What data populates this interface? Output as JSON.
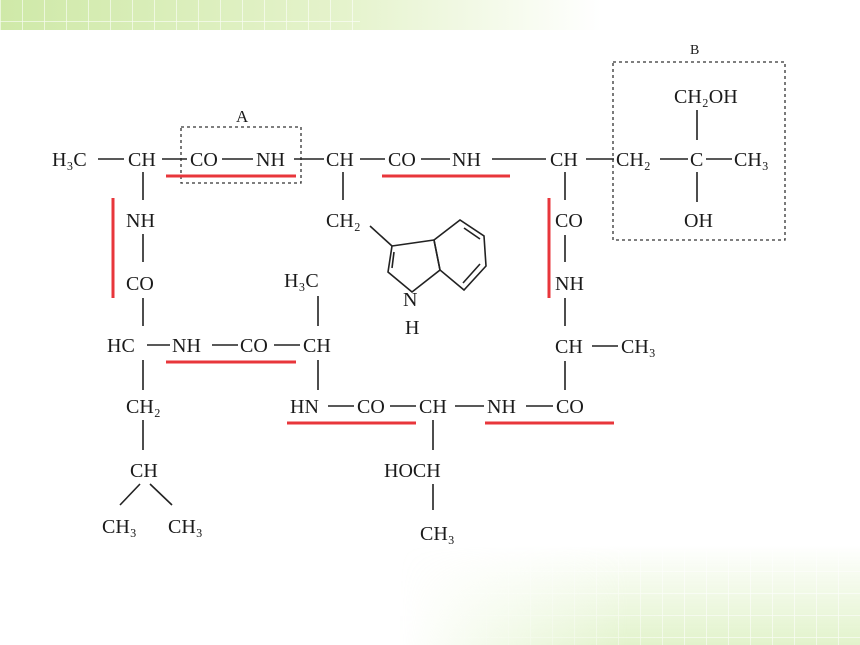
{
  "labels": {
    "box_a": "A",
    "box_b": "B"
  },
  "row1": {
    "h3c": "H₃C",
    "ch_1": "CH",
    "co_1": "CO",
    "nh_1": "NH",
    "ch_2": "CH",
    "co_2": "CO",
    "nh_2": "NH",
    "ch_3": "CH",
    "ch2_b": "CH₂",
    "c_b": "C",
    "ch3_b": "CH₃"
  },
  "b_group": {
    "ch2oh": "CH₂OH",
    "oh": "OH"
  },
  "left_chain": {
    "nh": "NH",
    "co": "CO",
    "hc": "HC",
    "nh_mid": "NH",
    "co_mid": "CO",
    "ch_mid": "CH",
    "h3c_mid": "H₃C",
    "ch2_low": "CH₂",
    "ch_low": "CH",
    "ch3_left": "CH₃",
    "ch3_right": "CH₃"
  },
  "trp": {
    "ch2": "CH₂",
    "n": "N",
    "h": "H"
  },
  "right_chain": {
    "co": "CO",
    "nh": "NH",
    "ch": "CH",
    "ch3": "CH₃"
  },
  "bottom_row": {
    "hn": "HN",
    "co_1": "CO",
    "ch": "CH",
    "nh": "NH",
    "co_2": "CO",
    "hoch": "HOCH",
    "ch3": "CH₃"
  }
}
